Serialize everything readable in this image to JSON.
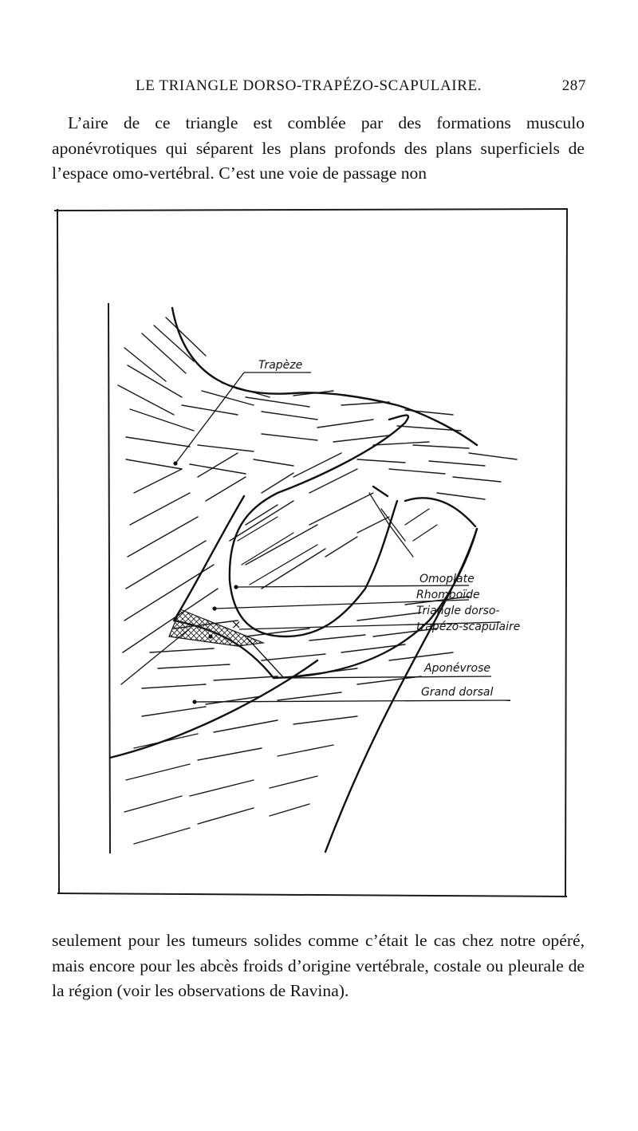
{
  "header": {
    "running_title": "LE TRIANGLE DORSO-TRAPÉZO-SCAPULAIRE.",
    "page_number": "287"
  },
  "paragraphs": {
    "top": "L’aire de ce triangle est comblée par des formations musculo aponévrotiques qui séparent les plans profonds des plans superficiels de l’espace omo-vertébral. C’est une voie de passage non",
    "bottom": "seulement pour les tumeurs solides comme c’était le cas chez notre opéré, mais encore pour les abcès froids d’origine vertébrale, costale ou pleurale de la région (voir les observations de Ravina)."
  },
  "figure": {
    "labels": {
      "trapeze": "Trapèze",
      "omoplate": "Omoplate",
      "rhomboide": "Rhomboïde",
      "triangle_line1": "Triangle dorso-",
      "triangle_line2": "trapézo-scapulaire",
      "aponevrose": "Aponévrose",
      "grand_dorsal": "Grand dorsal"
    }
  }
}
